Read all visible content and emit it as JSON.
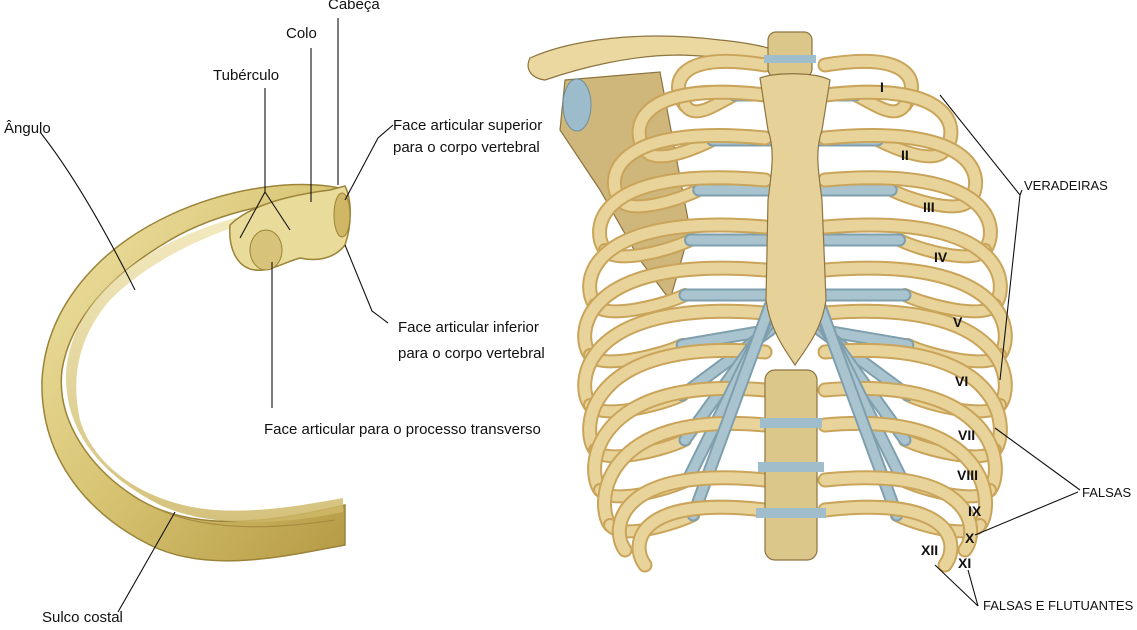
{
  "rib_labels": {
    "cabeca": "Cabeça",
    "colo": "Colo",
    "tuberculo": "Tubérculo",
    "angulo": "Ângulo",
    "face_superior_1": "Face articular superior",
    "face_superior_2": "para o corpo vertebral",
    "face_inferior_1": "Face articular inferior",
    "face_inferior_2": "para o corpo vertebral",
    "face_transverso": "Face articular para o processo transverso",
    "sulco": "Sulco costal"
  },
  "thorax_labels": {
    "roman": [
      "I",
      "II",
      "III",
      "IV",
      "V",
      "VI",
      "VII",
      "VIII",
      "IX",
      "X",
      "XI",
      "XII"
    ],
    "veradeiras": "VERADEIRAS",
    "falsas": "FALSAS",
    "flutuantes": "FALSAS E FLUTUANTES"
  },
  "colors": {
    "bone": "#e8d49a",
    "bone_dark": "#c9a45a",
    "cartilage": "#a9c4cf",
    "rib_yellow": "#d9c77a"
  }
}
